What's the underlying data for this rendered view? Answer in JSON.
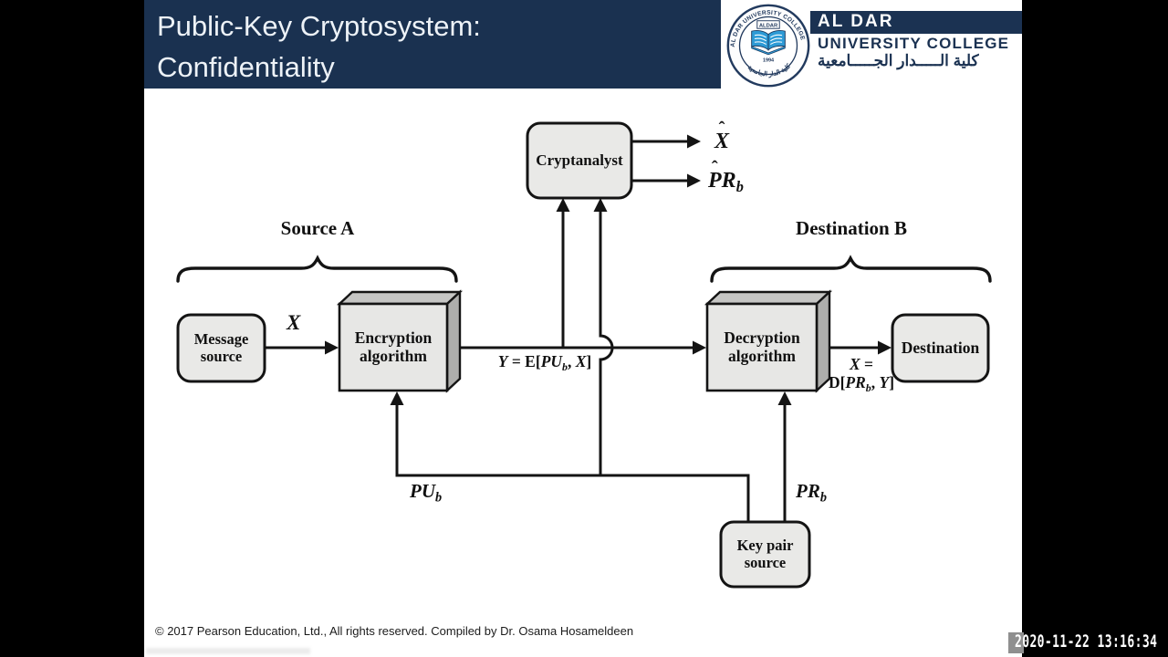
{
  "header": {
    "title_line1": "Public-Key Cryptosystem:",
    "title_line2": "Confidentiality"
  },
  "logo": {
    "seal_top": "AL DAR UNIVERSITY COLLEGE",
    "seal_banner": "ALDAR",
    "seal_year": "1994",
    "seal_bottom_ar": "كلية الدار الجامعية",
    "name": "AL DAR",
    "subname": "UNIVERSITY COLLEGE",
    "arabic": "كلية الـــــدار الجـــــامعية"
  },
  "diagram": {
    "source_group": "Source A",
    "dest_group": "Destination B",
    "cryptanalyst": "Cryptanalyst",
    "message_l1": "Message",
    "message_l2": "source",
    "encryption_l1": "Encryption",
    "encryption_l2": "algorithm",
    "decryption_l1": "Decryption",
    "decryption_l2": "algorithm",
    "destination": "Destination",
    "keypair_l1": "Key pair",
    "keypair_l2": "source",
    "x_label": "X",
    "hat": "ˆ",
    "xhat_base": "X",
    "prhat_p": "P",
    "prhat_r": "R",
    "prhat_sub": "b",
    "y_p1": "Y",
    "y_p2": " = E[",
    "y_p3": "PU",
    "y_sub": "b",
    "y_p4": ", ",
    "y_p5": "X",
    "y_p6": "]",
    "xeq_l1a": "X",
    "xeq_l1b": " =",
    "xeq_p1": "D[",
    "xeq_p2": "PR",
    "xeq_sub": "b",
    "xeq_p3": ", ",
    "xeq_p4": "Y",
    "xeq_p5": "]",
    "pub_main": "PU",
    "pub_sub": "b",
    "prb_main": "PR",
    "prb_sub": "b"
  },
  "footer": {
    "copyright": "© 2017 Pearson Education, Ltd., All rights reserved. Compiled by Dr. Osama Hosameldeen"
  },
  "overlay": {
    "timestamp": "2020-11-22 13:16:34"
  },
  "colors": {
    "navy": "#1a3150",
    "slide_bg": "#ffffff",
    "letterbox": "#000000",
    "box_fill": "#e9e9e7",
    "box3d_top": "#c6c6c4",
    "box3d_side": "#aeaeac",
    "line": "#141414",
    "logo_blue": "#2e9bd6",
    "timestamp_text": "#ffffff",
    "timestamp_block": "#8f8f8f"
  }
}
